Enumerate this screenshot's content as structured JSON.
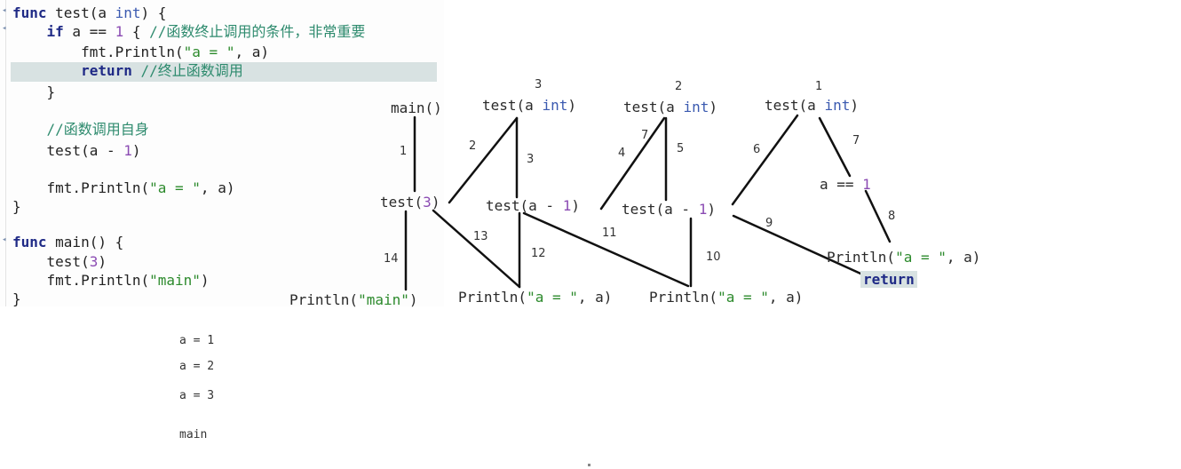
{
  "code": {
    "lines": [
      {
        "parts": [
          {
            "t": "func",
            "c": "kw"
          },
          {
            "t": " test(a ",
            "c": ""
          },
          {
            "t": "int",
            "c": "type"
          },
          {
            "t": ") {",
            "c": ""
          }
        ]
      },
      {
        "parts": [
          {
            "t": "    ",
            "c": ""
          },
          {
            "t": "if",
            "c": "kw"
          },
          {
            "t": " a == ",
            "c": ""
          },
          {
            "t": "1",
            "c": "num"
          },
          {
            "t": " { ",
            "c": ""
          },
          {
            "t": "//函数终止调用的条件，非常重要",
            "c": "cmt"
          }
        ]
      },
      {
        "parts": [
          {
            "t": "        fmt.Println(",
            "c": ""
          },
          {
            "t": "\"a = \"",
            "c": "str"
          },
          {
            "t": ", a)",
            "c": ""
          }
        ]
      },
      {
        "parts": [
          {
            "t": "        ",
            "c": ""
          },
          {
            "t": "return",
            "c": "kw"
          },
          {
            "t": " ",
            "c": ""
          },
          {
            "t": "//终止函数调用",
            "c": "cmt"
          }
        ]
      },
      {
        "parts": [
          {
            "t": "    }",
            "c": ""
          }
        ]
      },
      {
        "parts": []
      },
      {
        "parts": [
          {
            "t": "    ",
            "c": ""
          },
          {
            "t": "//函数调用自身",
            "c": "cmt"
          }
        ]
      },
      {
        "parts": [
          {
            "t": "    test(a - ",
            "c": ""
          },
          {
            "t": "1",
            "c": "num"
          },
          {
            "t": ")",
            "c": ""
          }
        ]
      },
      {
        "parts": []
      },
      {
        "parts": [
          {
            "t": "    fmt.Println(",
            "c": ""
          },
          {
            "t": "\"a = \"",
            "c": "str"
          },
          {
            "t": ", a)",
            "c": ""
          }
        ]
      },
      {
        "parts": [
          {
            "t": "}",
            "c": ""
          }
        ]
      },
      {
        "parts": []
      },
      {
        "parts": [
          {
            "t": "func",
            "c": "kw"
          },
          {
            "t": " main() {",
            "c": ""
          }
        ]
      },
      {
        "parts": [
          {
            "t": "    test(",
            "c": ""
          },
          {
            "t": "3",
            "c": "num"
          },
          {
            "t": ")",
            "c": ""
          }
        ]
      },
      {
        "parts": [
          {
            "t": "    fmt.Println(",
            "c": ""
          },
          {
            "t": "\"main\"",
            "c": "str"
          },
          {
            "t": ")",
            "c": ""
          }
        ]
      },
      {
        "parts": [
          {
            "t": "}",
            "c": ""
          }
        ]
      }
    ]
  },
  "diagram": {
    "nodes": [
      {
        "id": "main-call",
        "parts": [
          {
            "t": "main()",
            "c": ""
          }
        ]
      },
      {
        "id": "test-a-int-3",
        "parts": [
          {
            "t": "test(a ",
            "c": ""
          },
          {
            "t": "int",
            "c": "type"
          },
          {
            "t": ")",
            "c": ""
          }
        ]
      },
      {
        "id": "test-a-int-2",
        "parts": [
          {
            "t": "test(a ",
            "c": ""
          },
          {
            "t": "int",
            "c": "type"
          },
          {
            "t": ")",
            "c": ""
          }
        ]
      },
      {
        "id": "test-a-int-1",
        "parts": [
          {
            "t": "test(a ",
            "c": ""
          },
          {
            "t": "int",
            "c": "type"
          },
          {
            "t": ")",
            "c": ""
          }
        ]
      },
      {
        "id": "test-3",
        "parts": [
          {
            "t": "test(",
            "c": ""
          },
          {
            "t": "3",
            "c": "num"
          },
          {
            "t": ")",
            "c": ""
          }
        ]
      },
      {
        "id": "test-a-minus-1-first",
        "parts": [
          {
            "t": "test(a - ",
            "c": ""
          },
          {
            "t": "1",
            "c": "num"
          },
          {
            "t": ")",
            "c": ""
          }
        ]
      },
      {
        "id": "test-a-minus-1-second",
        "parts": [
          {
            "t": "test(a - ",
            "c": ""
          },
          {
            "t": "1",
            "c": "num"
          },
          {
            "t": ")",
            "c": ""
          }
        ]
      },
      {
        "id": "a-equals-1",
        "parts": [
          {
            "t": "a == ",
            "c": ""
          },
          {
            "t": "1",
            "c": "num"
          }
        ]
      },
      {
        "id": "println-a-right",
        "parts": [
          {
            "t": "Println(",
            "c": ""
          },
          {
            "t": "\"a = \"",
            "c": "str"
          },
          {
            "t": ", a)",
            "c": ""
          }
        ]
      },
      {
        "id": "return-box",
        "parts": [
          {
            "t": "return",
            "c": "kw"
          }
        ]
      },
      {
        "id": "println-main",
        "parts": [
          {
            "t": "Println(",
            "c": ""
          },
          {
            "t": "\"main\"",
            "c": "str"
          },
          {
            "t": ")",
            "c": ""
          }
        ]
      },
      {
        "id": "println-a-left",
        "parts": [
          {
            "t": "Println(",
            "c": ""
          },
          {
            "t": "\"a = \"",
            "c": "str"
          },
          {
            "t": ", a)",
            "c": ""
          }
        ]
      },
      {
        "id": "println-a-middle",
        "parts": [
          {
            "t": "Println(",
            "c": ""
          },
          {
            "t": "\"a = \"",
            "c": "str"
          },
          {
            "t": ", a)",
            "c": ""
          }
        ]
      }
    ],
    "depth_labels": [
      "3",
      "2",
      "1"
    ],
    "step_labels": [
      "1",
      "2",
      "3",
      "4",
      "5",
      "6",
      "7",
      "8",
      "9",
      "10",
      "11",
      "12",
      "13",
      "14",
      "7"
    ]
  },
  "output": {
    "lines": [
      "a = 1",
      "a = 2",
      "a = 3",
      "main"
    ]
  }
}
